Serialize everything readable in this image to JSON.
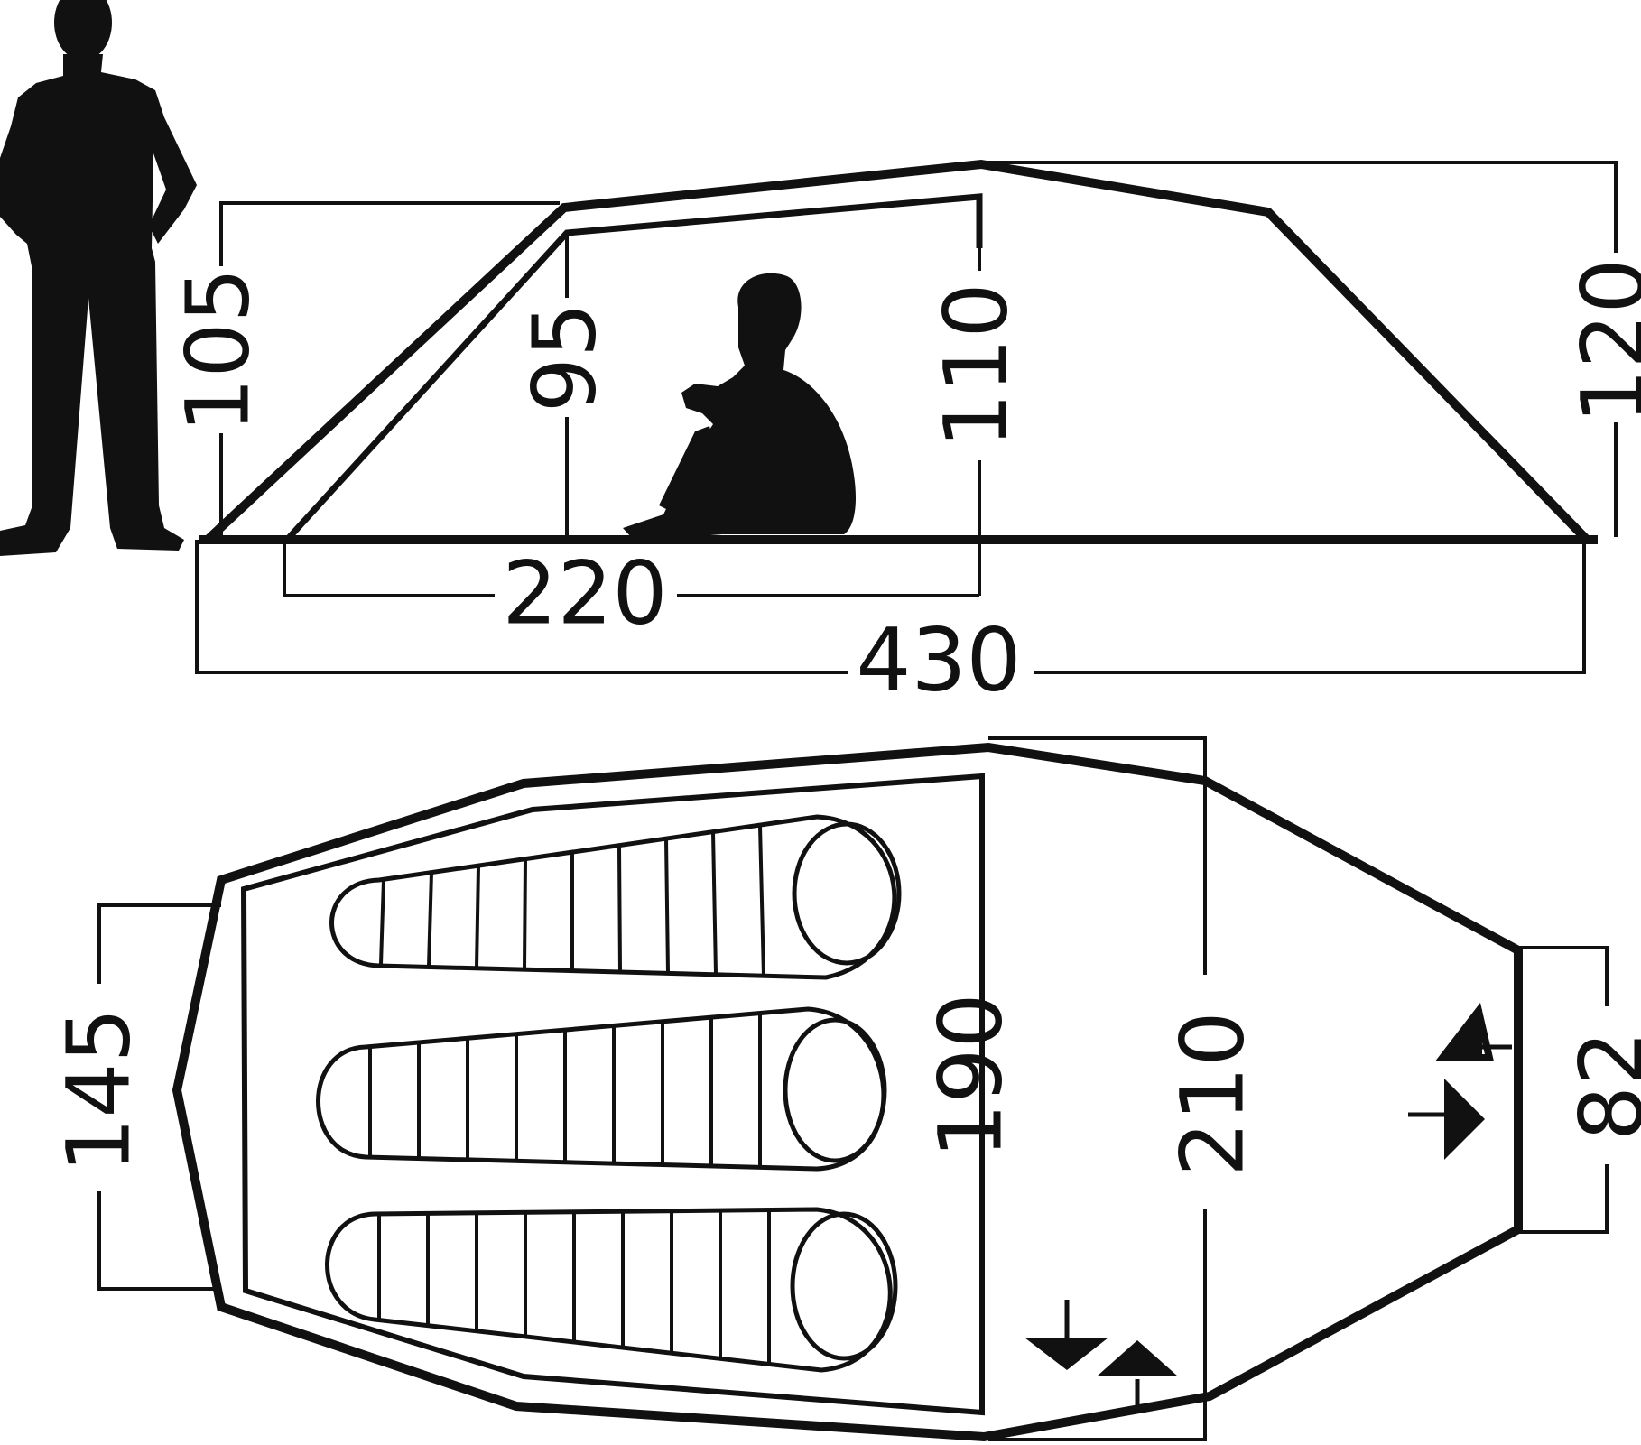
{
  "diagram": {
    "side_view": {
      "labels": {
        "front_height": "105",
        "inner_height": "95",
        "max_height": "110",
        "rear_height": "120",
        "inner_length": "220",
        "total_length": "430"
      }
    },
    "top_view": {
      "labels": {
        "front_width": "145",
        "inner_width": "190",
        "total_width": "210",
        "rear_width": "82"
      },
      "sleeping_bags": [
        "sleeping-bag-1",
        "sleeping-bag-2",
        "sleeping-bag-3"
      ],
      "entrance_icons": [
        "entrance-arrows-rear",
        "entrance-arrows-side"
      ]
    },
    "colors": {
      "line": "#111111",
      "background": "#ffffff"
    }
  }
}
